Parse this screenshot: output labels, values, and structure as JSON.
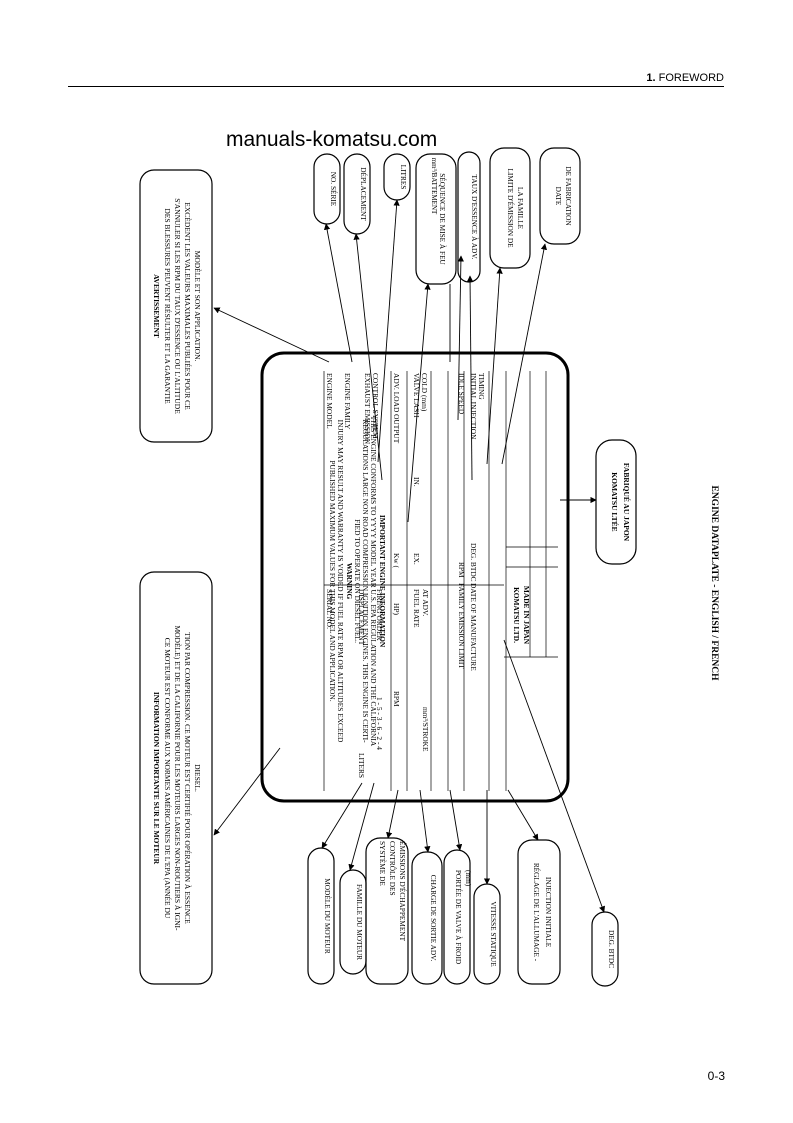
{
  "header": {
    "chapter_num": "1.",
    "chapter_title": "FOREWORD"
  },
  "watermark": "manuals-komatsu.com",
  "page_number": "0-3",
  "figure_caption": "ENGINE DATAPLATE - ENGLISH / FRENCH",
  "plate": {
    "title": "IMPORTANT ENGINE INFORMATION",
    "conform_lines": [
      "THIS ENGINE CONFORMS TO YYYY MODEL YEAR U.S. EPA REGULATION AND THE CALIFORNIA",
      "REGULATIONS LARGE NON ROAD COMPRESSION IGNITION ENGINES. THIS ENGINE IS CERTI-",
      "FIED TO OPERATE ON DIESEL FUEL."
    ],
    "warning_title": "WARNING",
    "warning_lines": [
      "INJURY MAY RESULT AND WARRANTY IS VOIDED IF FUEL RATE RPM OR ALTITUDES EXCEED",
      "PUBLISHED MAXIMUM VALUES FOR THIS MODEL AND APPLICATION."
    ],
    "engine_model": "ENGINE MODEL",
    "serial_no": "SERIAL NO.",
    "engine_family": "ENGINE FAMILY",
    "displacement": "DISPLACEMENT",
    "liters": "LITERS",
    "exhaust_1": "EXHAUST EMISSION",
    "exhaust_2": "CONTROL SYSTEM",
    "firing_order": "FIRING ORDER",
    "firing_seq": "1 - 5 - 3 - 6 - 2 - 4",
    "adv_load": "ADV. LOAD OUTPUT",
    "kw": "Kw   (",
    "hp": "HP)",
    "rpm1": "RPM",
    "valve_1": "VALVE LASH",
    "valve_2": "COLD (mm)",
    "in": "IN.",
    "ex": "EX.",
    "fuel_rate_1": "FUEL RATE",
    "fuel_rate_2": "AT ADV.",
    "stroke": "mm³/STROKE",
    "idle": "IDLE SPEED",
    "rpm2": "RPM",
    "fam_emission": "FAMILY EMISSION LIMIT",
    "initial_1": "INITIAL INJECTION",
    "initial_2": "TIMING",
    "deg_btdc": "DEG. BTDC",
    "date_manu": "DATE OF MANUFACTURE",
    "komatsu": "KOMATSU LTD.",
    "japan": "MADE IN JAPAN"
  },
  "avert": {
    "title": "AVERTISSEMENT",
    "lines": [
      "DES BLESSURES PEUVENT RÉSULTER ET LA GARANTIE",
      "S'ANNULER SI LES RPM DU TAUX D'ESSENCE OU L'ALTITUDE",
      "EXCÈDENT LES VALEURS MAXIMALES PUBLIÉES POUR CE",
      "MODÈLE ET SON APPLICATION."
    ]
  },
  "info": {
    "title": "INFORMATION IMPORTANTE SUR LE MOTEUR",
    "lines": [
      "CE MOTEUR EST CONFORME AUX NORMES AMÉRICAINES DE L'EPA (ANNÉE DU",
      "MODÈLE) ET DE LA CALIFORNIE POUR LES MOTEURS LARGES NON-ROUTIERS À IGNI-",
      "TION PAR COMPRESSION.  CE MOTEUR EST CERTIFIÉ POUR OPÉRATION À ESSENCE",
      "DIESEL."
    ]
  },
  "top_labels": {
    "no_serie": "NO. SÉRIE",
    "deplacement": "DÉPLACEMENT",
    "litres": "LITRES",
    "sequence": "SÉQUENCE DE MISE À FEU",
    "battement": "mm³/BATTEMENT",
    "taux_1": "TAUX D'ESSENCE  À ADV.",
    "limite_1": "LIMITE D'ÉMISSION DE",
    "limite_2": "LA FAMILLE",
    "date_1": "DATE",
    "date_2": "DE FABRICATION"
  },
  "komatsu_fr": {
    "line1": "KOMATSU LTÉE",
    "line2": "FABRIQUÉ AU JAPON"
  },
  "bottom_labels": {
    "modele": "MODÈLE DU MOTEUR",
    "famille": "FAMILLE DU MOTEUR",
    "systeme_1": "SYSTÈME DE",
    "systeme_2": "CONTRÔLE DES",
    "systeme_3": "ÉMISSIONS D'ÉCHAPPEMENT",
    "charge": "CHARGE DE SORTIE ADV.",
    "portee_1": "PORTÉE DE VALVE À FROID",
    "portee_2": "(mm)",
    "vitesse": "VITESSE STATIQUE",
    "reglage_1": "RÉGLAGE DE L'ALLUMAGE -",
    "reglage_2": "INJECTION INITIALE",
    "deg": "DEG. BTDC"
  }
}
